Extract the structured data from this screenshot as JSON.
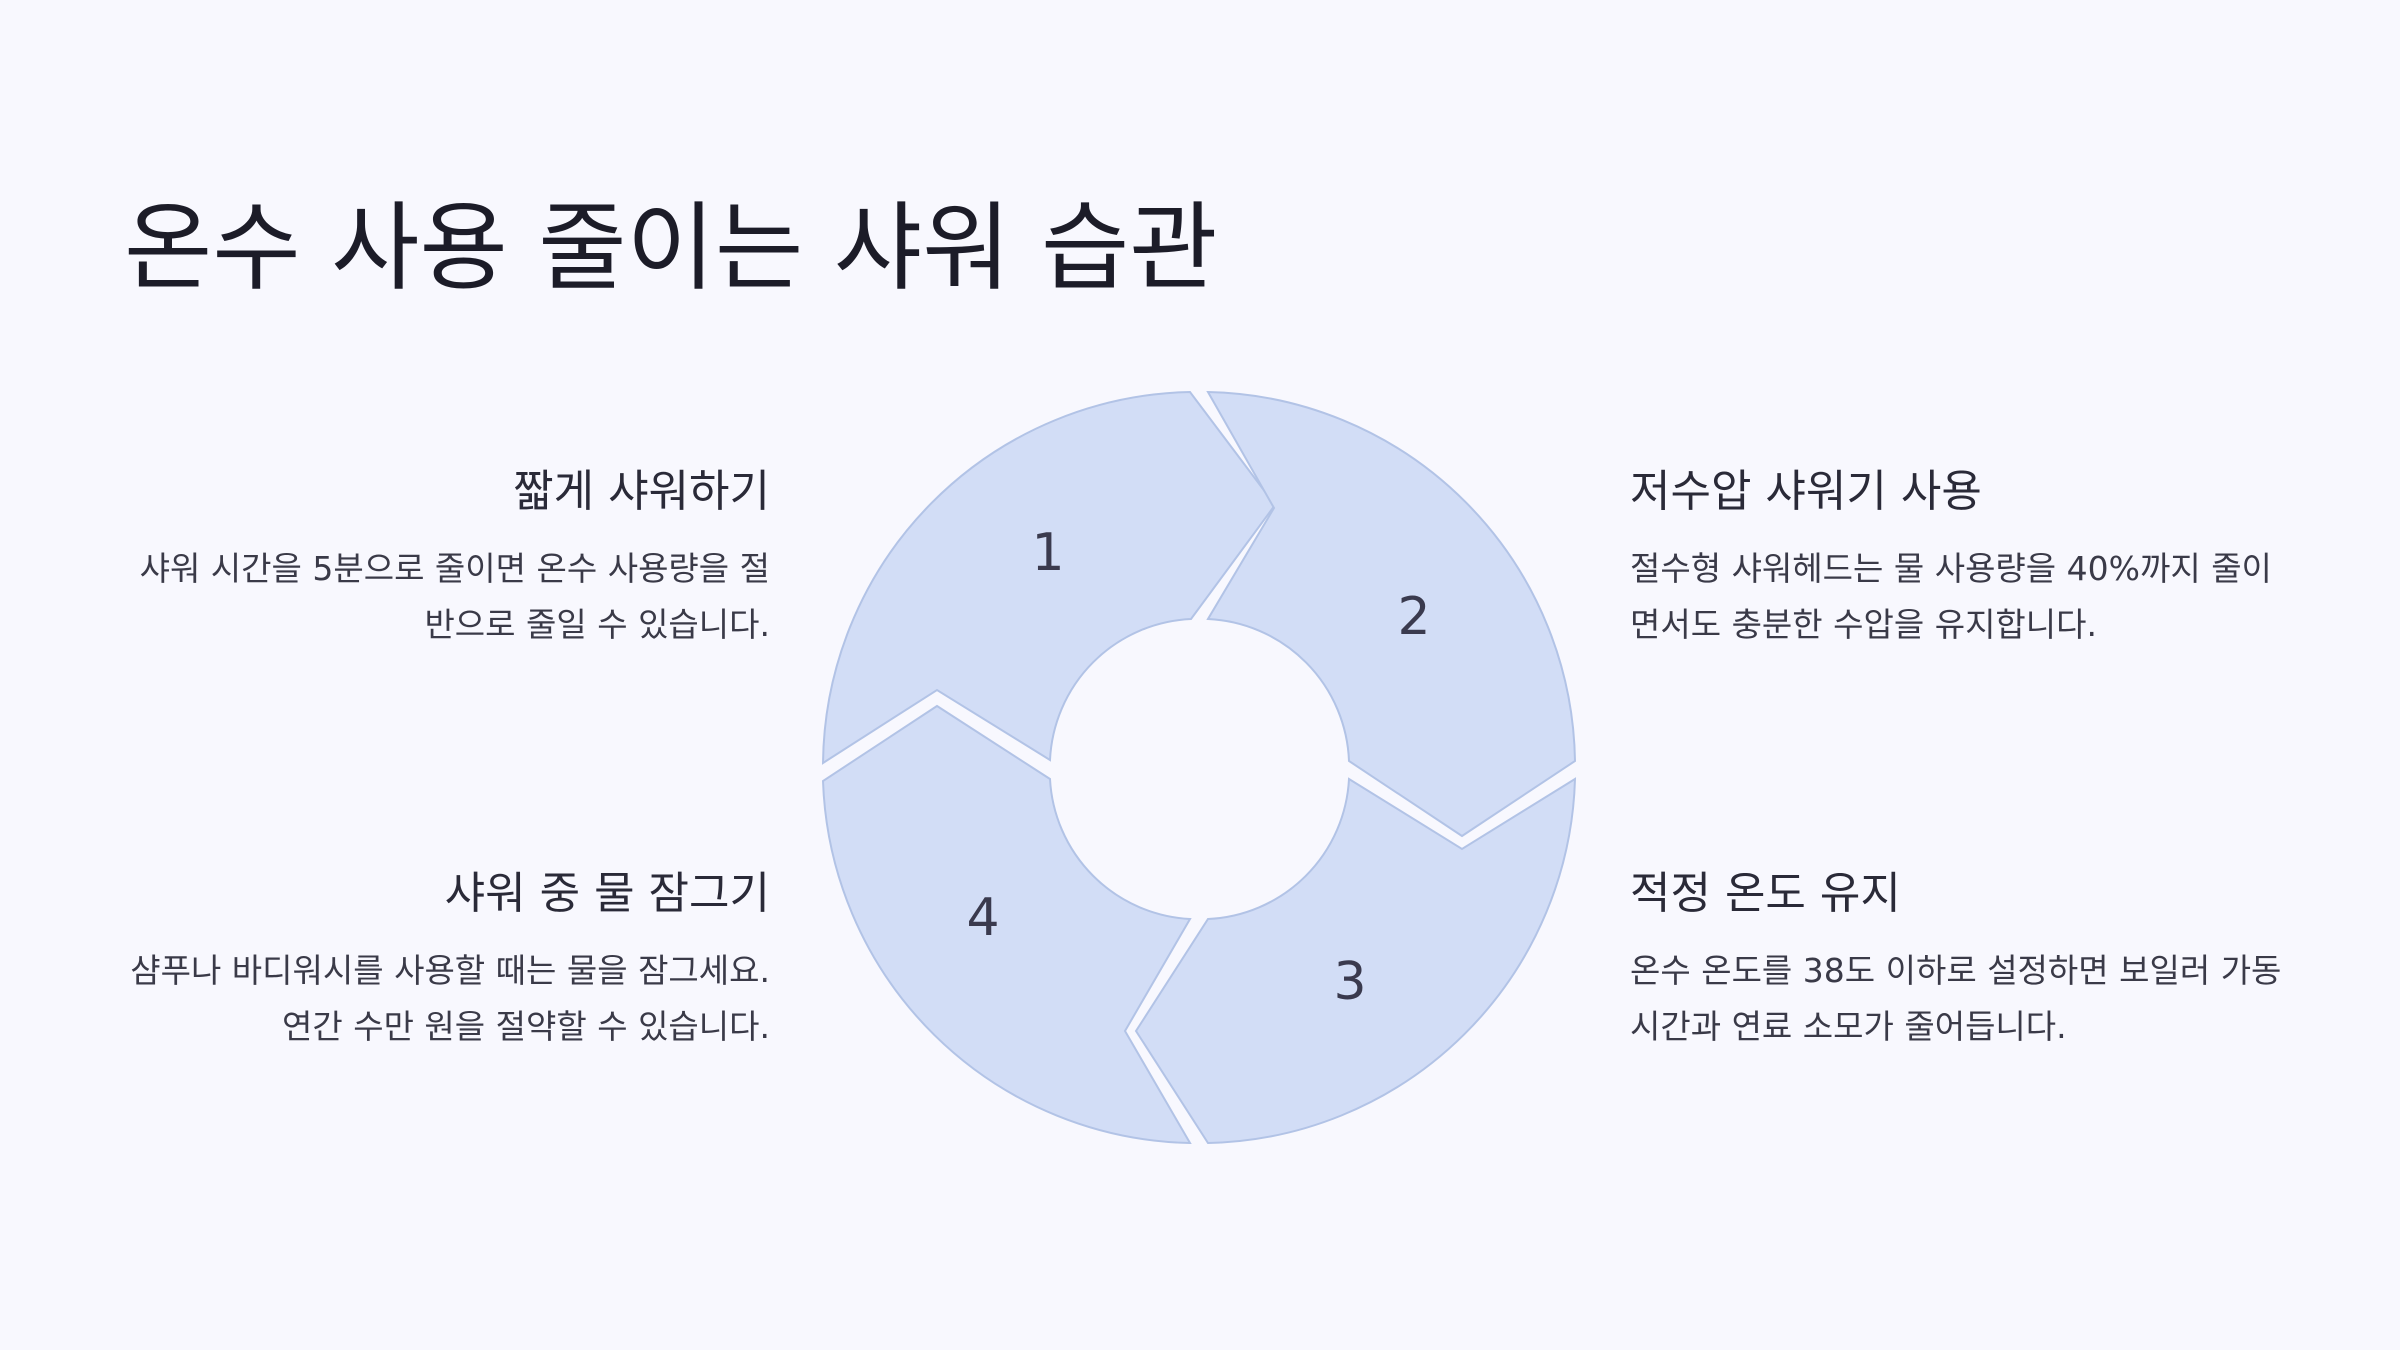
{
  "title": "온수 사용 줄이는 샤워 습관",
  "colors": {
    "background": "#f8f8fe",
    "segment_fill": "#d2ddf6",
    "segment_stroke": "#b2c3e6",
    "text": "#1c1c28"
  },
  "steps": [
    {
      "number": "1",
      "title": "짧게 샤워하기",
      "description": "샤워 시간을 5분으로 줄이면 온수 사용량을 절반으로 줄일 수 있습니다."
    },
    {
      "number": "2",
      "title": "저수압 샤워기 사용",
      "description": "절수형 샤워헤드는 물 사용량을 40%까지 줄이면서도 충분한 수압을 유지합니다."
    },
    {
      "number": "3",
      "title": "적정 온도 유지",
      "description": "온수 온도를 38도 이하로 설정하면 보일러 가동 시간과 연료 소모가 줄어듭니다."
    },
    {
      "number": "4",
      "title": "샤워 중 물 잠그기",
      "description": "샴푸나 바디워시를 사용할 때는 물을 잠그세요. 연간 수만 원을 절약할 수 있습니다."
    }
  ]
}
